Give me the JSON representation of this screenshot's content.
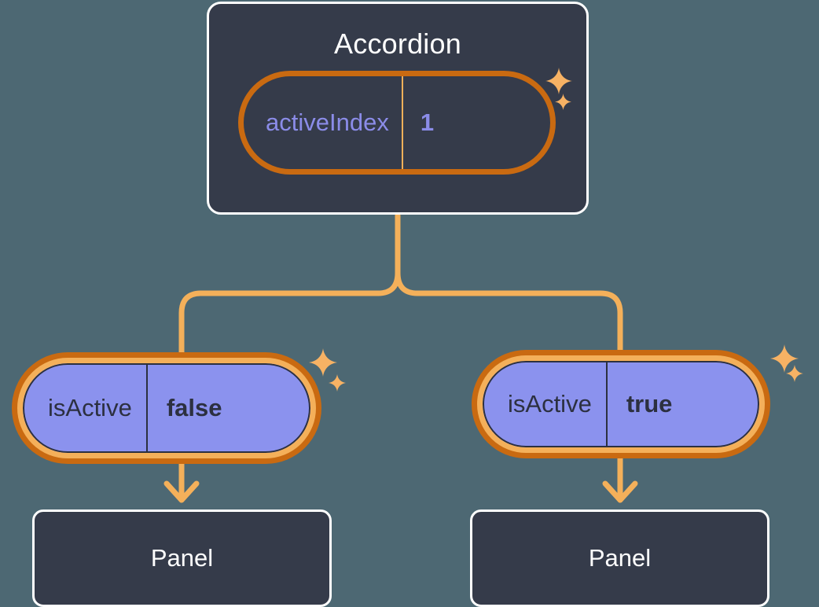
{
  "diagram": {
    "title_component": "Accordion",
    "background_color": "#4d6873",
    "card_fill": "#353b4a",
    "card_border": "#ffffff",
    "pill_ring_outer": "#c96a11",
    "pill_ring_inner": "#f4b05a",
    "pill_purple_fill": "#8b92ee",
    "state_text_color": "#8b8ce8",
    "connector_color": "#f4b05a",
    "sparkle_color": "#f7b264"
  },
  "parent": {
    "label": "Accordion",
    "state": {
      "key": "activeIndex",
      "value": "1"
    }
  },
  "children": [
    {
      "state": {
        "key": "isActive",
        "value": "false"
      },
      "panel_label": "Panel"
    },
    {
      "state": {
        "key": "isActive",
        "value": "true"
      },
      "panel_label": "Panel"
    }
  ],
  "icons": {
    "sparkle": "sparkle-icon"
  }
}
